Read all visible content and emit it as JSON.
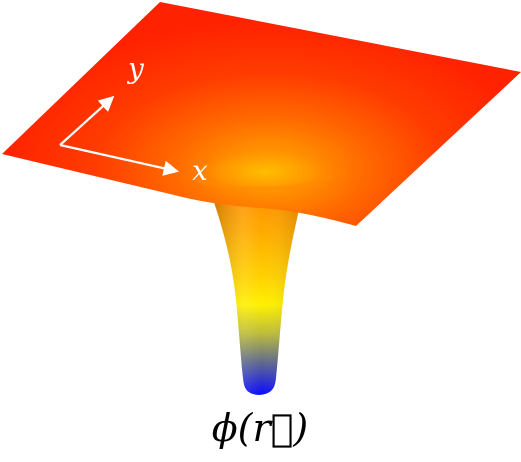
{
  "diagram": {
    "axis_labels": {
      "x": "x",
      "y": "y"
    },
    "caption": "ϕ(r⃗)",
    "colors": {
      "surface_edge": "#ff2200",
      "surface_glow": "#ff7a00",
      "well_orange": "#ffa000",
      "well_yellow": "#ffee00",
      "well_olive": "#8a8a50",
      "well_blue": "#0a14ff",
      "axis_arrows": "#ffffff",
      "caption_text": "#000000"
    }
  }
}
